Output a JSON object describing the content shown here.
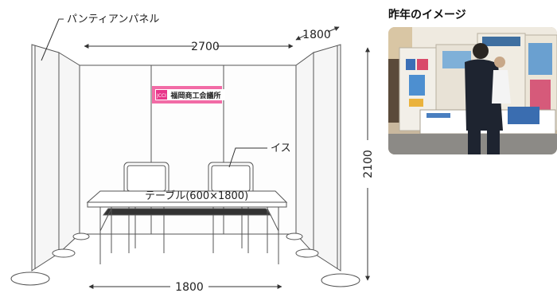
{
  "diagram": {
    "labels": {
      "panel": "パンティアンパネル",
      "chair": "イス",
      "table": "テーブル(600×1800)",
      "sign": "福岡商工会議所",
      "sign_logo": "JCCI"
    },
    "dimensions": {
      "width": "2700",
      "depth": "1800",
      "height": "2100",
      "table_width": "1800"
    }
  },
  "photo": {
    "title": "昨年のイメージ"
  }
}
